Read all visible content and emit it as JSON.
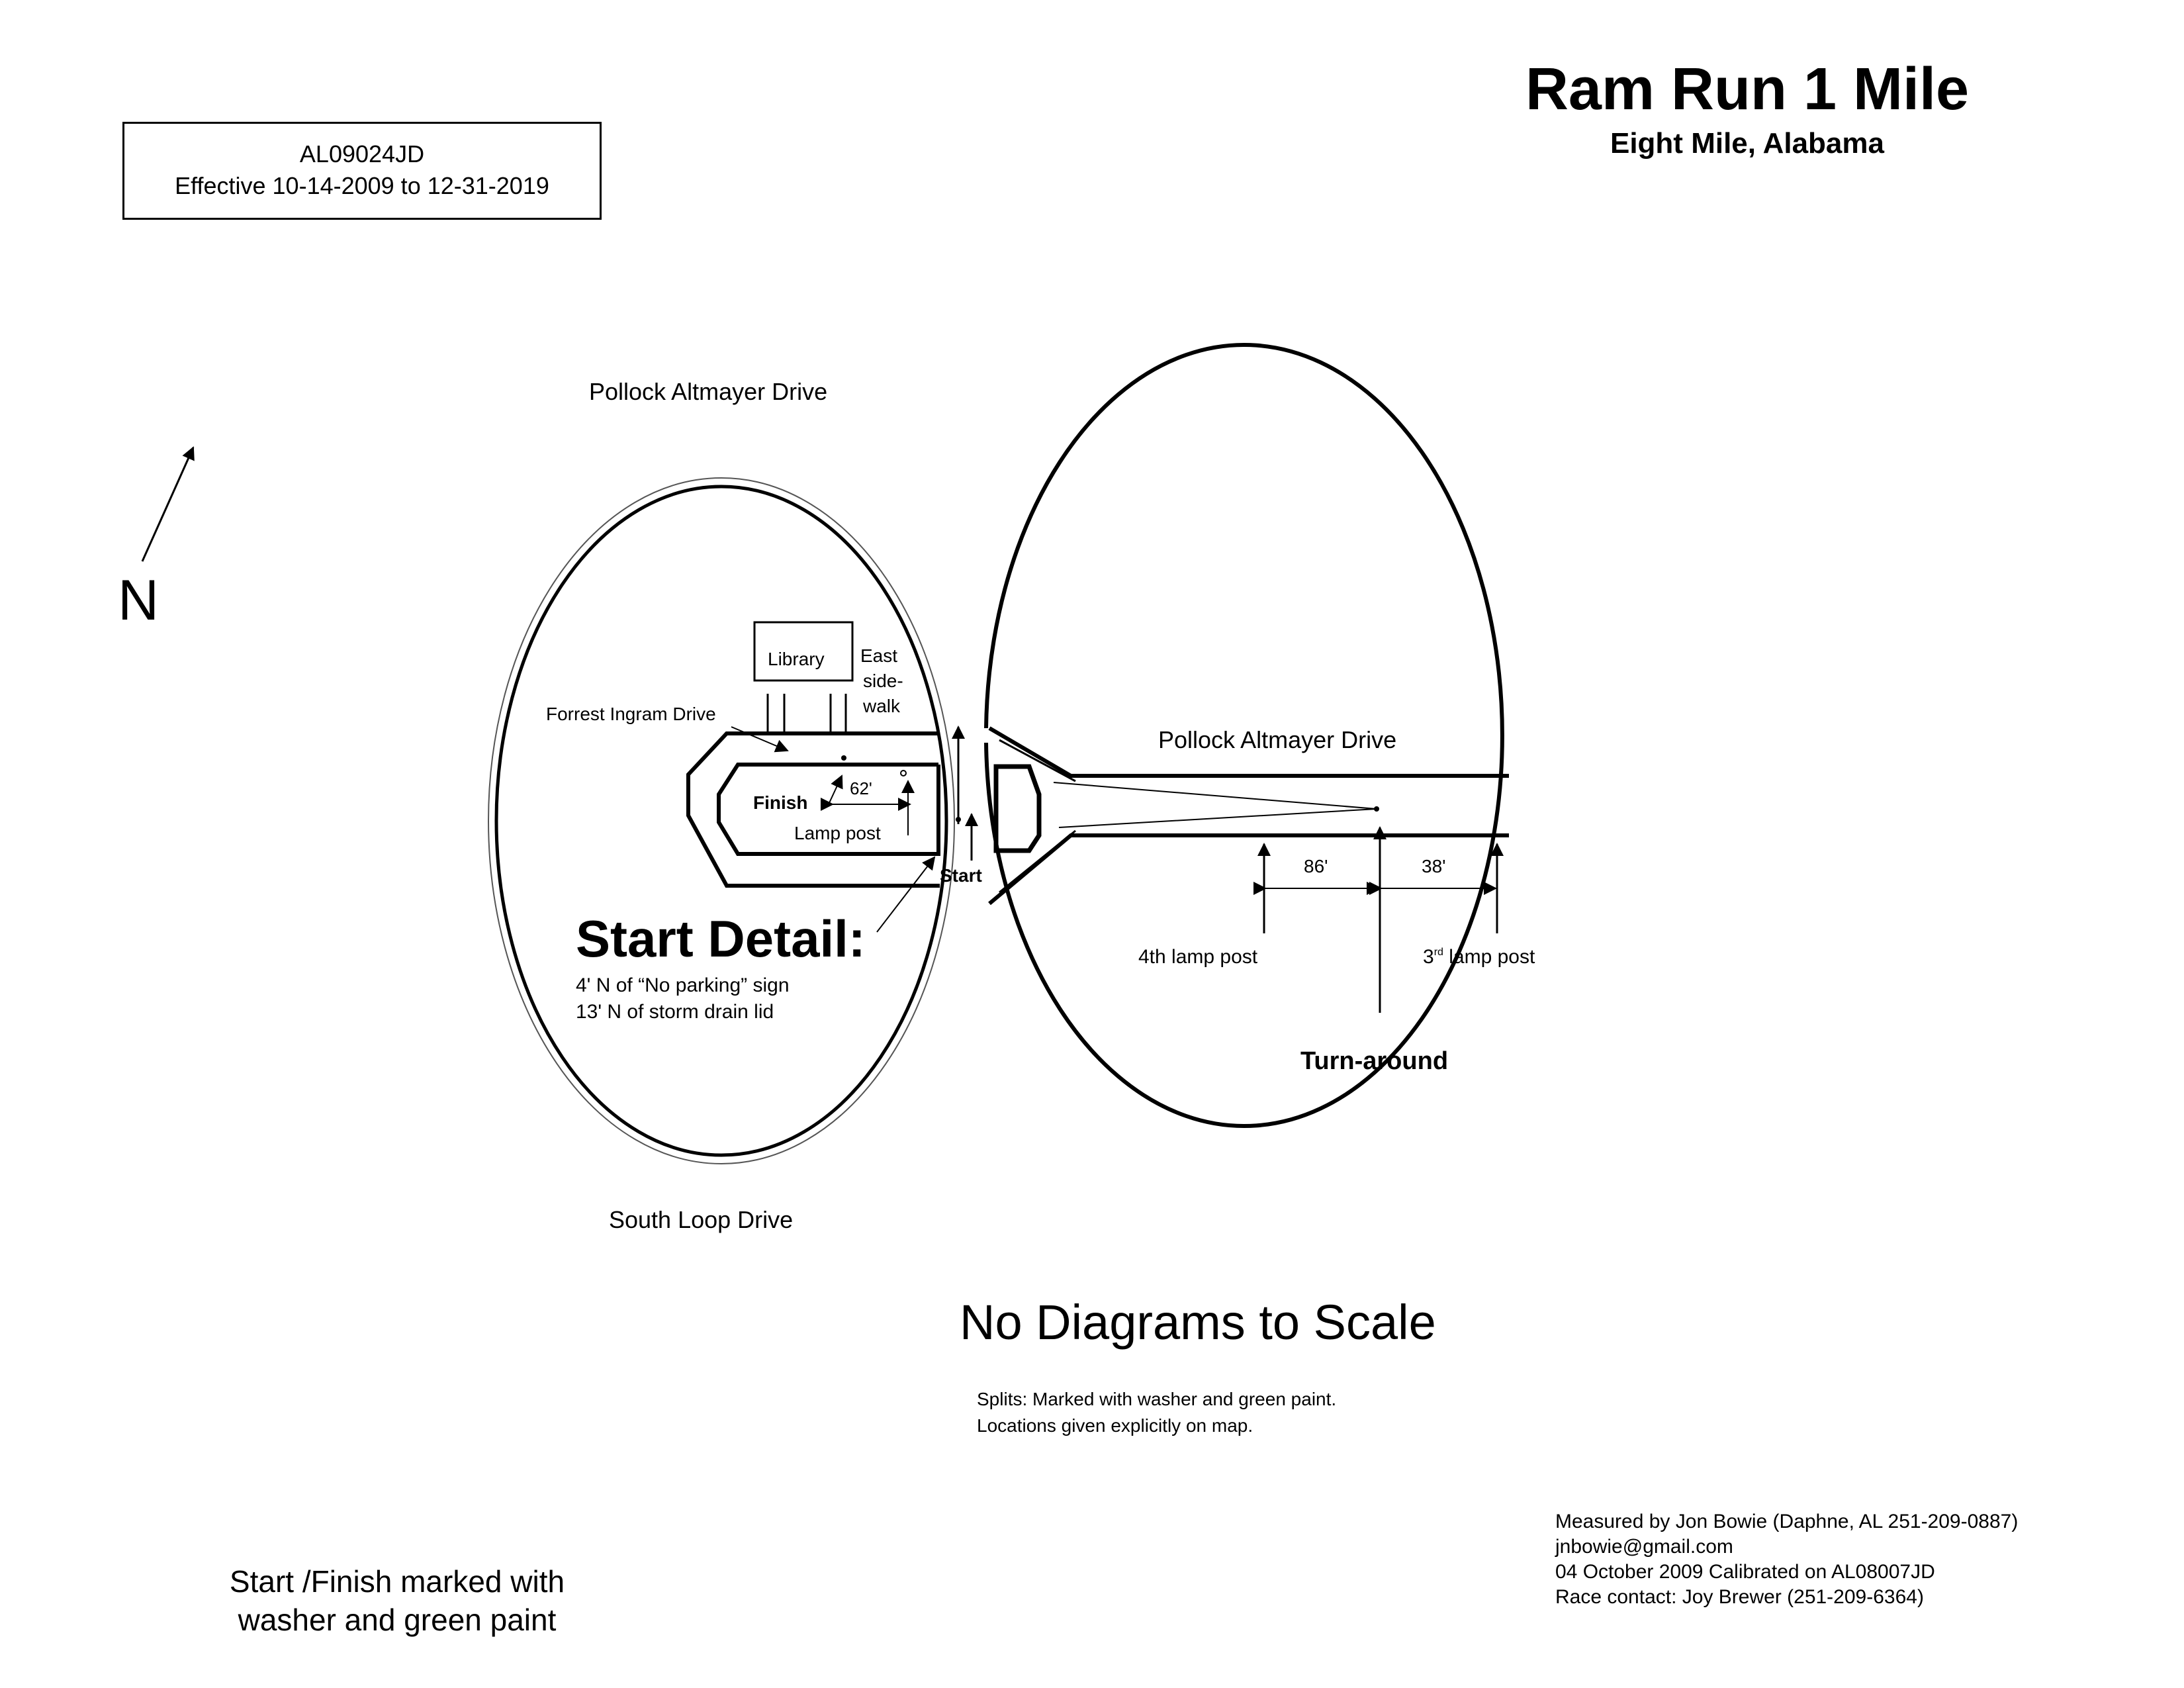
{
  "header": {
    "title": "Ram Run 1 Mile",
    "subtitle": "Eight Mile, Alabama"
  },
  "certification": {
    "id": "AL09024JD",
    "effective": "Effective 10-14-2009 to 12-31-2019"
  },
  "north_label": "N",
  "map_labels": {
    "pollock_top": "Pollock Altmayer Drive",
    "pollock_east": "Pollock Altmayer Drive",
    "south_loop": "South Loop Drive",
    "library": "Library",
    "east_sidewalk_1": "East",
    "east_sidewalk_2": "side-",
    "east_sidewalk_3": "walk",
    "forrest_ingram": "Forrest Ingram Drive",
    "finish": "Finish",
    "dist_62": "62'",
    "lamp_post": "Lamp post",
    "start": "Start",
    "dist_86": "86'",
    "dist_38": "38'",
    "lamp_4th": "4th  lamp post",
    "lamp_3rd_num": "3",
    "lamp_3rd_sup": "rd",
    "lamp_3rd_rest": "  lamp post",
    "turnaround": "Turn-around"
  },
  "start_detail": {
    "heading": "Start Detail:",
    "line1": "4' N of “No parking” sign",
    "line2": "13' N of storm drain lid"
  },
  "notes": {
    "scale": "No Diagrams to Scale",
    "splits_1": "Splits:  Marked with washer and green paint.",
    "splits_2": "Locations given explicitly on map.",
    "measured_1": "Measured by Jon Bowie (Daphne, AL 251-209-0887)",
    "measured_2": "jnbowie@gmail.com",
    "measured_3": "04 October 2009 Calibrated on AL08007JD",
    "measured_4": "Race contact:  Joy Brewer (251-209-6364)",
    "start_finish_1": "Start /Finish marked with",
    "start_finish_2": "washer and green paint"
  }
}
